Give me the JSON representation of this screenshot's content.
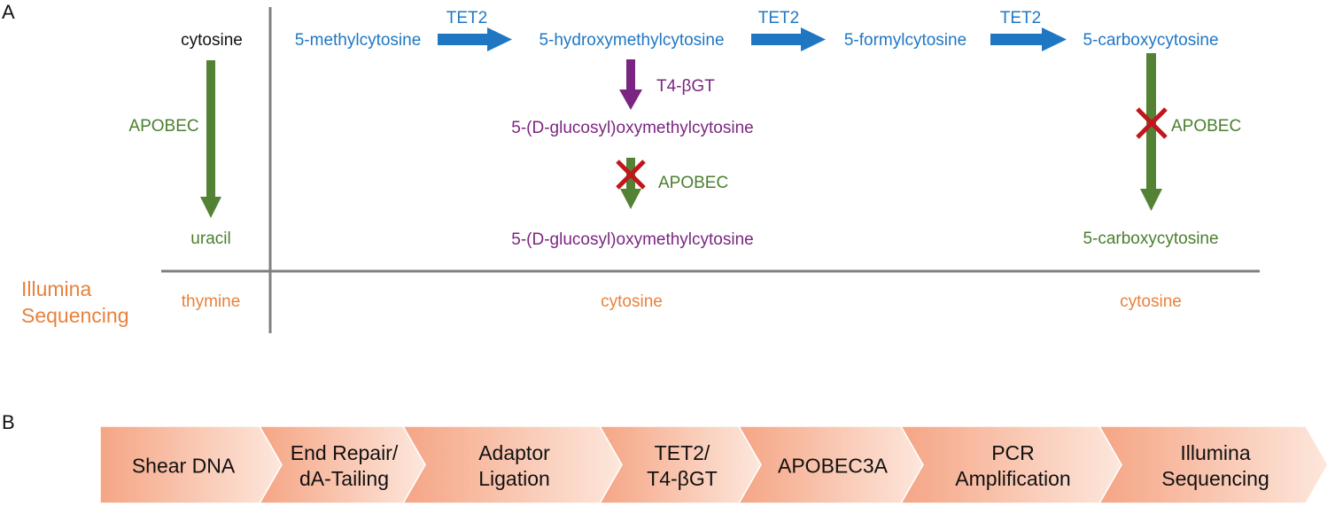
{
  "panel_a": {
    "label": "A",
    "cytosine": "cytosine",
    "apobec_left": "APOBEC",
    "uracil": "uracil",
    "mc": "5-methylcytosine",
    "hmc": "5-hydroxymethylcytosine",
    "fc": "5-formylcytosine",
    "cac": "5-carboxycytosine",
    "tet2_1": "TET2",
    "tet2_2": "TET2",
    "tet2_3": "TET2",
    "bgt": "T4-βGT",
    "ghmc_1": "5-(D-glucosyl)oxymethylcytosine",
    "apobec_mid": "APOBEC",
    "ghmc_2": "5-(D-glucosyl)oxymethylcytosine",
    "apobec_right": "APOBEC",
    "cac_2": "5-carboxycytosine",
    "illumina_line1": "Illumina",
    "illumina_line2": "Sequencing",
    "thymine": "thymine",
    "cytosine_mid": "cytosine",
    "cytosine_right": "cytosine"
  },
  "panel_b": {
    "label": "B",
    "steps": [
      [
        "Shear DNA"
      ],
      [
        "End Repair/",
        "dA-Tailing"
      ],
      [
        "Adaptor",
        "Ligation"
      ],
      [
        "TET2/",
        "T4-βGT"
      ],
      [
        "APOBEC3A"
      ],
      [
        "PCR",
        "Amplification"
      ],
      [
        "Illumina",
        "Sequencing"
      ]
    ]
  },
  "colors": {
    "blue": "#1f77c4",
    "green": "#4a7f2e",
    "purple": "#7b2582",
    "orange": "#e8823c",
    "red_x": "#c0161c",
    "divider": "#808080",
    "chevron_start": "#f5a585",
    "chevron_end": "#fde7dc"
  }
}
